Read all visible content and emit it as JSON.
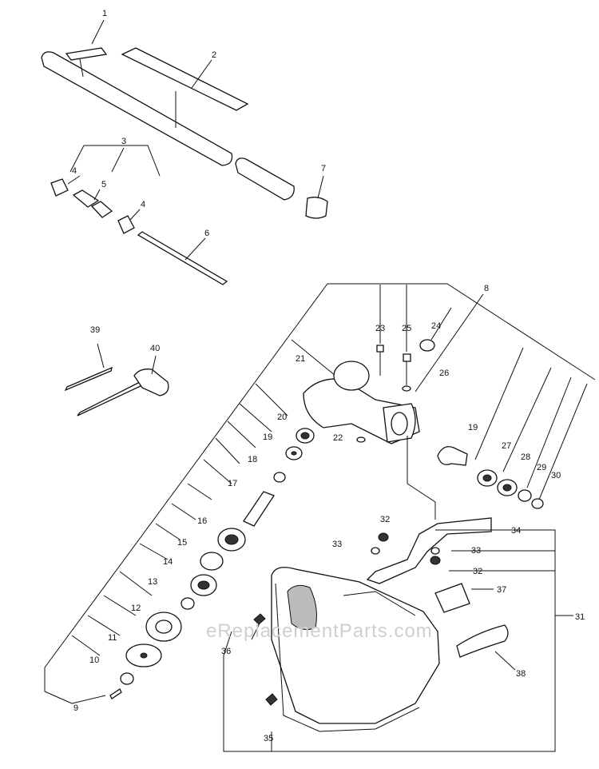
{
  "watermark": "eReplacementParts.com",
  "callouts": {
    "c1": "1",
    "c2": "2",
    "c3": "3",
    "c4a": "4",
    "c4b": "4",
    "c5": "5",
    "c6": "6",
    "c7": "7",
    "c8": "8",
    "c9": "9",
    "c10": "10",
    "c11": "11",
    "c12": "12",
    "c13": "13",
    "c14": "14",
    "c15": "15",
    "c16": "16",
    "c17": "17",
    "c18": "18",
    "c19": "19",
    "c19b": "19",
    "c20": "20",
    "c21": "21",
    "c22": "22",
    "c23": "23",
    "c24": "24",
    "c25": "25",
    "c26": "26",
    "c27": "27",
    "c28": "28",
    "c29": "29",
    "c30": "30",
    "c31": "31",
    "c32a": "32",
    "c32b": "32",
    "c33a": "33",
    "c33b": "33",
    "c34": "34",
    "c35": "35",
    "c36": "36",
    "c37": "37",
    "c38": "38",
    "c39": "39",
    "c40": "40"
  }
}
